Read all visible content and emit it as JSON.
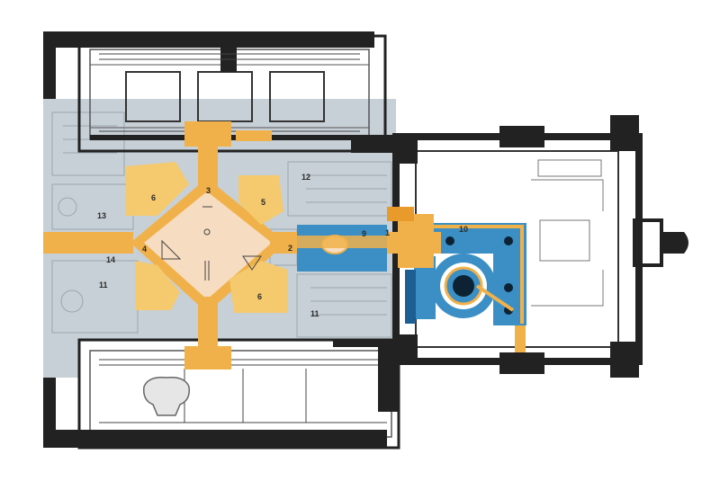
{
  "colors": {
    "paper": "#ffffff",
    "wall": "#222222",
    "wall_light": "#555555",
    "gray_area": "#c7d0d6",
    "orange": "#f1b14a",
    "orange_dark": "#e89a2a",
    "peach": "#f6dcc0",
    "yellow_room": "#f5c96d",
    "blue": "#3b8fc5",
    "blue_dark": "#1d5e93",
    "court_dot": "#0d2233"
  },
  "labels": [
    {
      "id": "1",
      "text": "1"
    },
    {
      "id": "2",
      "text": "2"
    },
    {
      "id": "3",
      "text": "3"
    },
    {
      "id": "4",
      "text": "4"
    },
    {
      "id": "5",
      "text": "5"
    },
    {
      "id": "6a",
      "text": "6"
    },
    {
      "id": "6b",
      "text": "6"
    },
    {
      "id": "9",
      "text": "9"
    },
    {
      "id": "10",
      "text": "10"
    },
    {
      "id": "11a",
      "text": "11"
    },
    {
      "id": "11b",
      "text": "11"
    },
    {
      "id": "12",
      "text": "12"
    },
    {
      "id": "13",
      "text": "13"
    },
    {
      "id": "14",
      "text": "14"
    }
  ]
}
